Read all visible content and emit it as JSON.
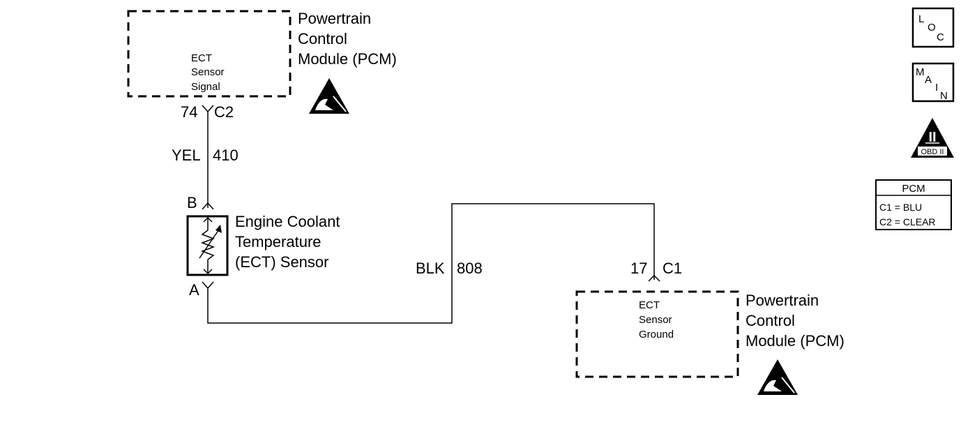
{
  "pcm_top": {
    "title_lines": [
      "Powertrain",
      "Control",
      "Module (PCM)"
    ],
    "inner_lines": [
      "ECT",
      "Sensor",
      "Signal"
    ],
    "pin": "74",
    "connector": "C2"
  },
  "wire_signal": {
    "color": "YEL",
    "circuit": "410"
  },
  "sensor": {
    "name_lines": [
      "Engine Coolant",
      "Temperature",
      "(ECT) Sensor"
    ],
    "terminal_top": "B",
    "terminal_bottom": "A"
  },
  "wire_ground": {
    "color": "BLK",
    "circuit": "808"
  },
  "pcm_bottom": {
    "title_lines": [
      "Powertrain",
      "Control",
      "Module (PCM)"
    ],
    "inner_lines": [
      "ECT",
      "Sensor",
      "Ground"
    ],
    "pin": "17",
    "connector": "C1"
  },
  "nav": {
    "loc": [
      "L",
      "O",
      "C"
    ],
    "main": [
      "M",
      "A",
      "I",
      "N"
    ],
    "obd_numeral": "II",
    "obd_label": "OBD II"
  },
  "connector_table": {
    "header": "PCM",
    "rows": [
      "C1 = BLU",
      "C2 = CLEAR"
    ]
  }
}
